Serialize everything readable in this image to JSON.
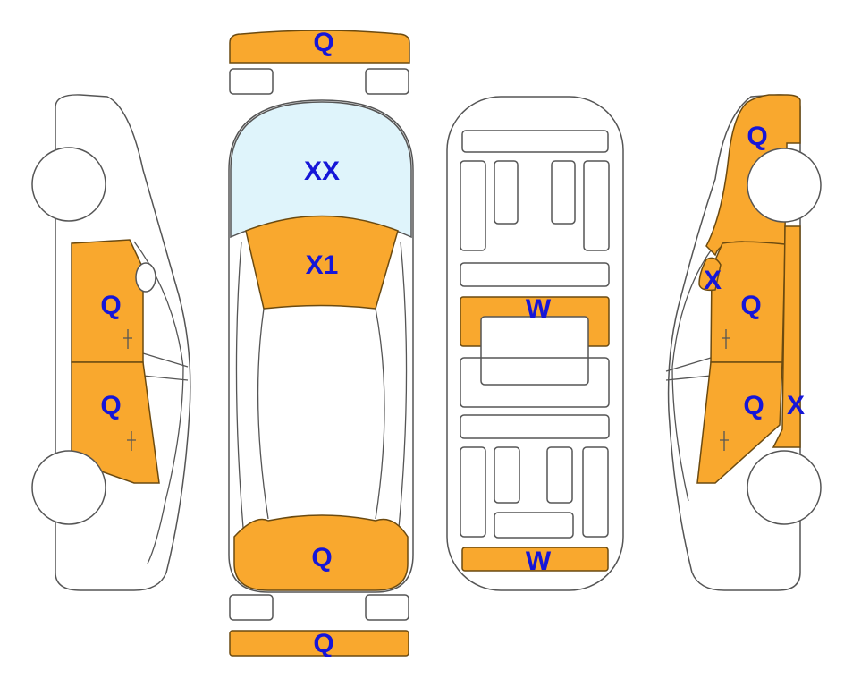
{
  "colors": {
    "damage": "#f9a82e",
    "windshield": "#dff4fb",
    "label": "#1616d8"
  },
  "left_side": {
    "front_door": "Q",
    "rear_door": "Q"
  },
  "top_view": {
    "front_bumper": "Q",
    "windshield": "XX",
    "hood": "X1",
    "trunk": "Q",
    "rear_bumper": "Q"
  },
  "underside": {
    "center_panel": "W",
    "rear_panel": "W"
  },
  "right_side": {
    "front_fender": "Q",
    "mirror": "X",
    "front_door": "Q",
    "rear_door": "Q",
    "sill": "X"
  }
}
